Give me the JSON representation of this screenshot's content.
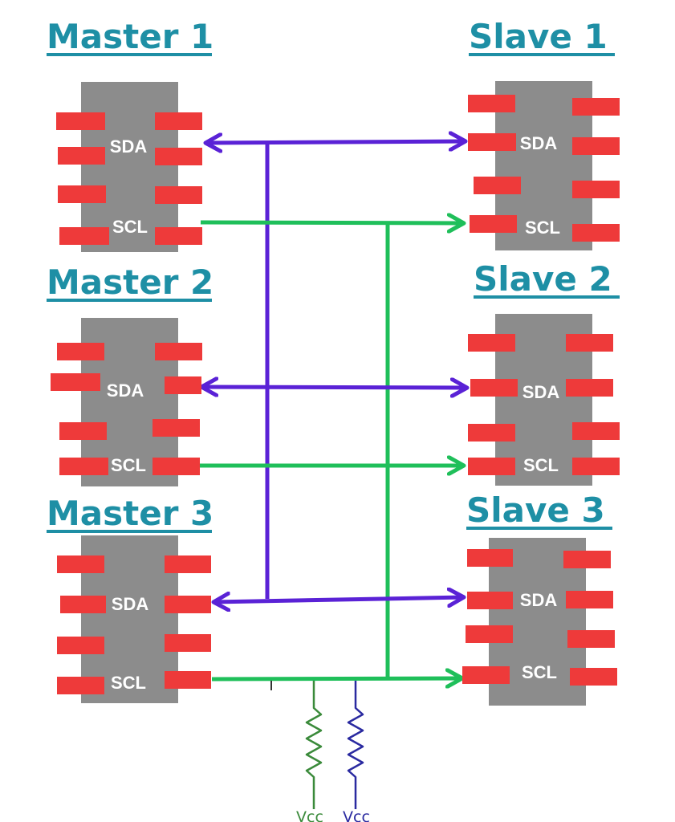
{
  "colors": {
    "title": "#1e8fa5",
    "chip_body": "#8c8c8c",
    "pin": "#ee3a3a",
    "sda_line": "#5a22d6",
    "scl_line": "#1fbf5a",
    "green_resistor": "#3a8a3a",
    "blue_resistor": "#2a2aa0"
  },
  "masters": [
    {
      "title": "Master 1",
      "sda": "SDA",
      "scl": "SCL"
    },
    {
      "title": "Master 2",
      "sda": "SDA",
      "scl": "SCL"
    },
    {
      "title": "Master 3",
      "sda": "SDA",
      "scl": "SCL"
    }
  ],
  "slaves": [
    {
      "title": "Slave 1",
      "sda": "SDA",
      "scl": "SCL"
    },
    {
      "title": "Slave 2",
      "sda": "SDA",
      "scl": "SCL"
    },
    {
      "title": "Slave 3",
      "sda": "SDA",
      "scl": "SCL"
    }
  ],
  "vcc": {
    "left": "Vcc",
    "right": "Vcc"
  }
}
